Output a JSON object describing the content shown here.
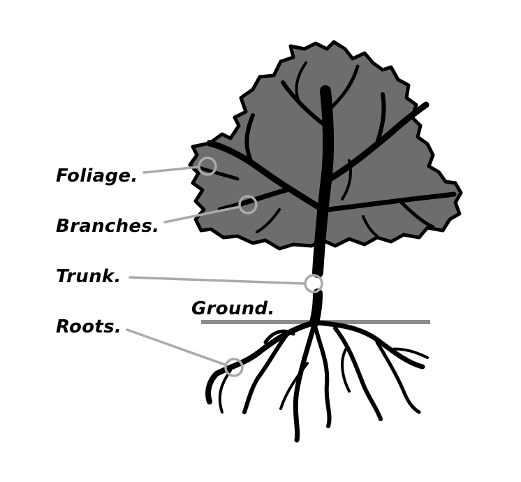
{
  "labels": {
    "foliage": "Foliage.",
    "branches": "Branches.",
    "trunk": "Trunk.",
    "ground": "Ground.",
    "roots": "Roots."
  },
  "colors": {
    "foliage": "#6d6d6d",
    "outline": "#000000",
    "leader": "#aaaaaa",
    "ground_line": "#8c8c8c",
    "background": "#ffffff"
  }
}
